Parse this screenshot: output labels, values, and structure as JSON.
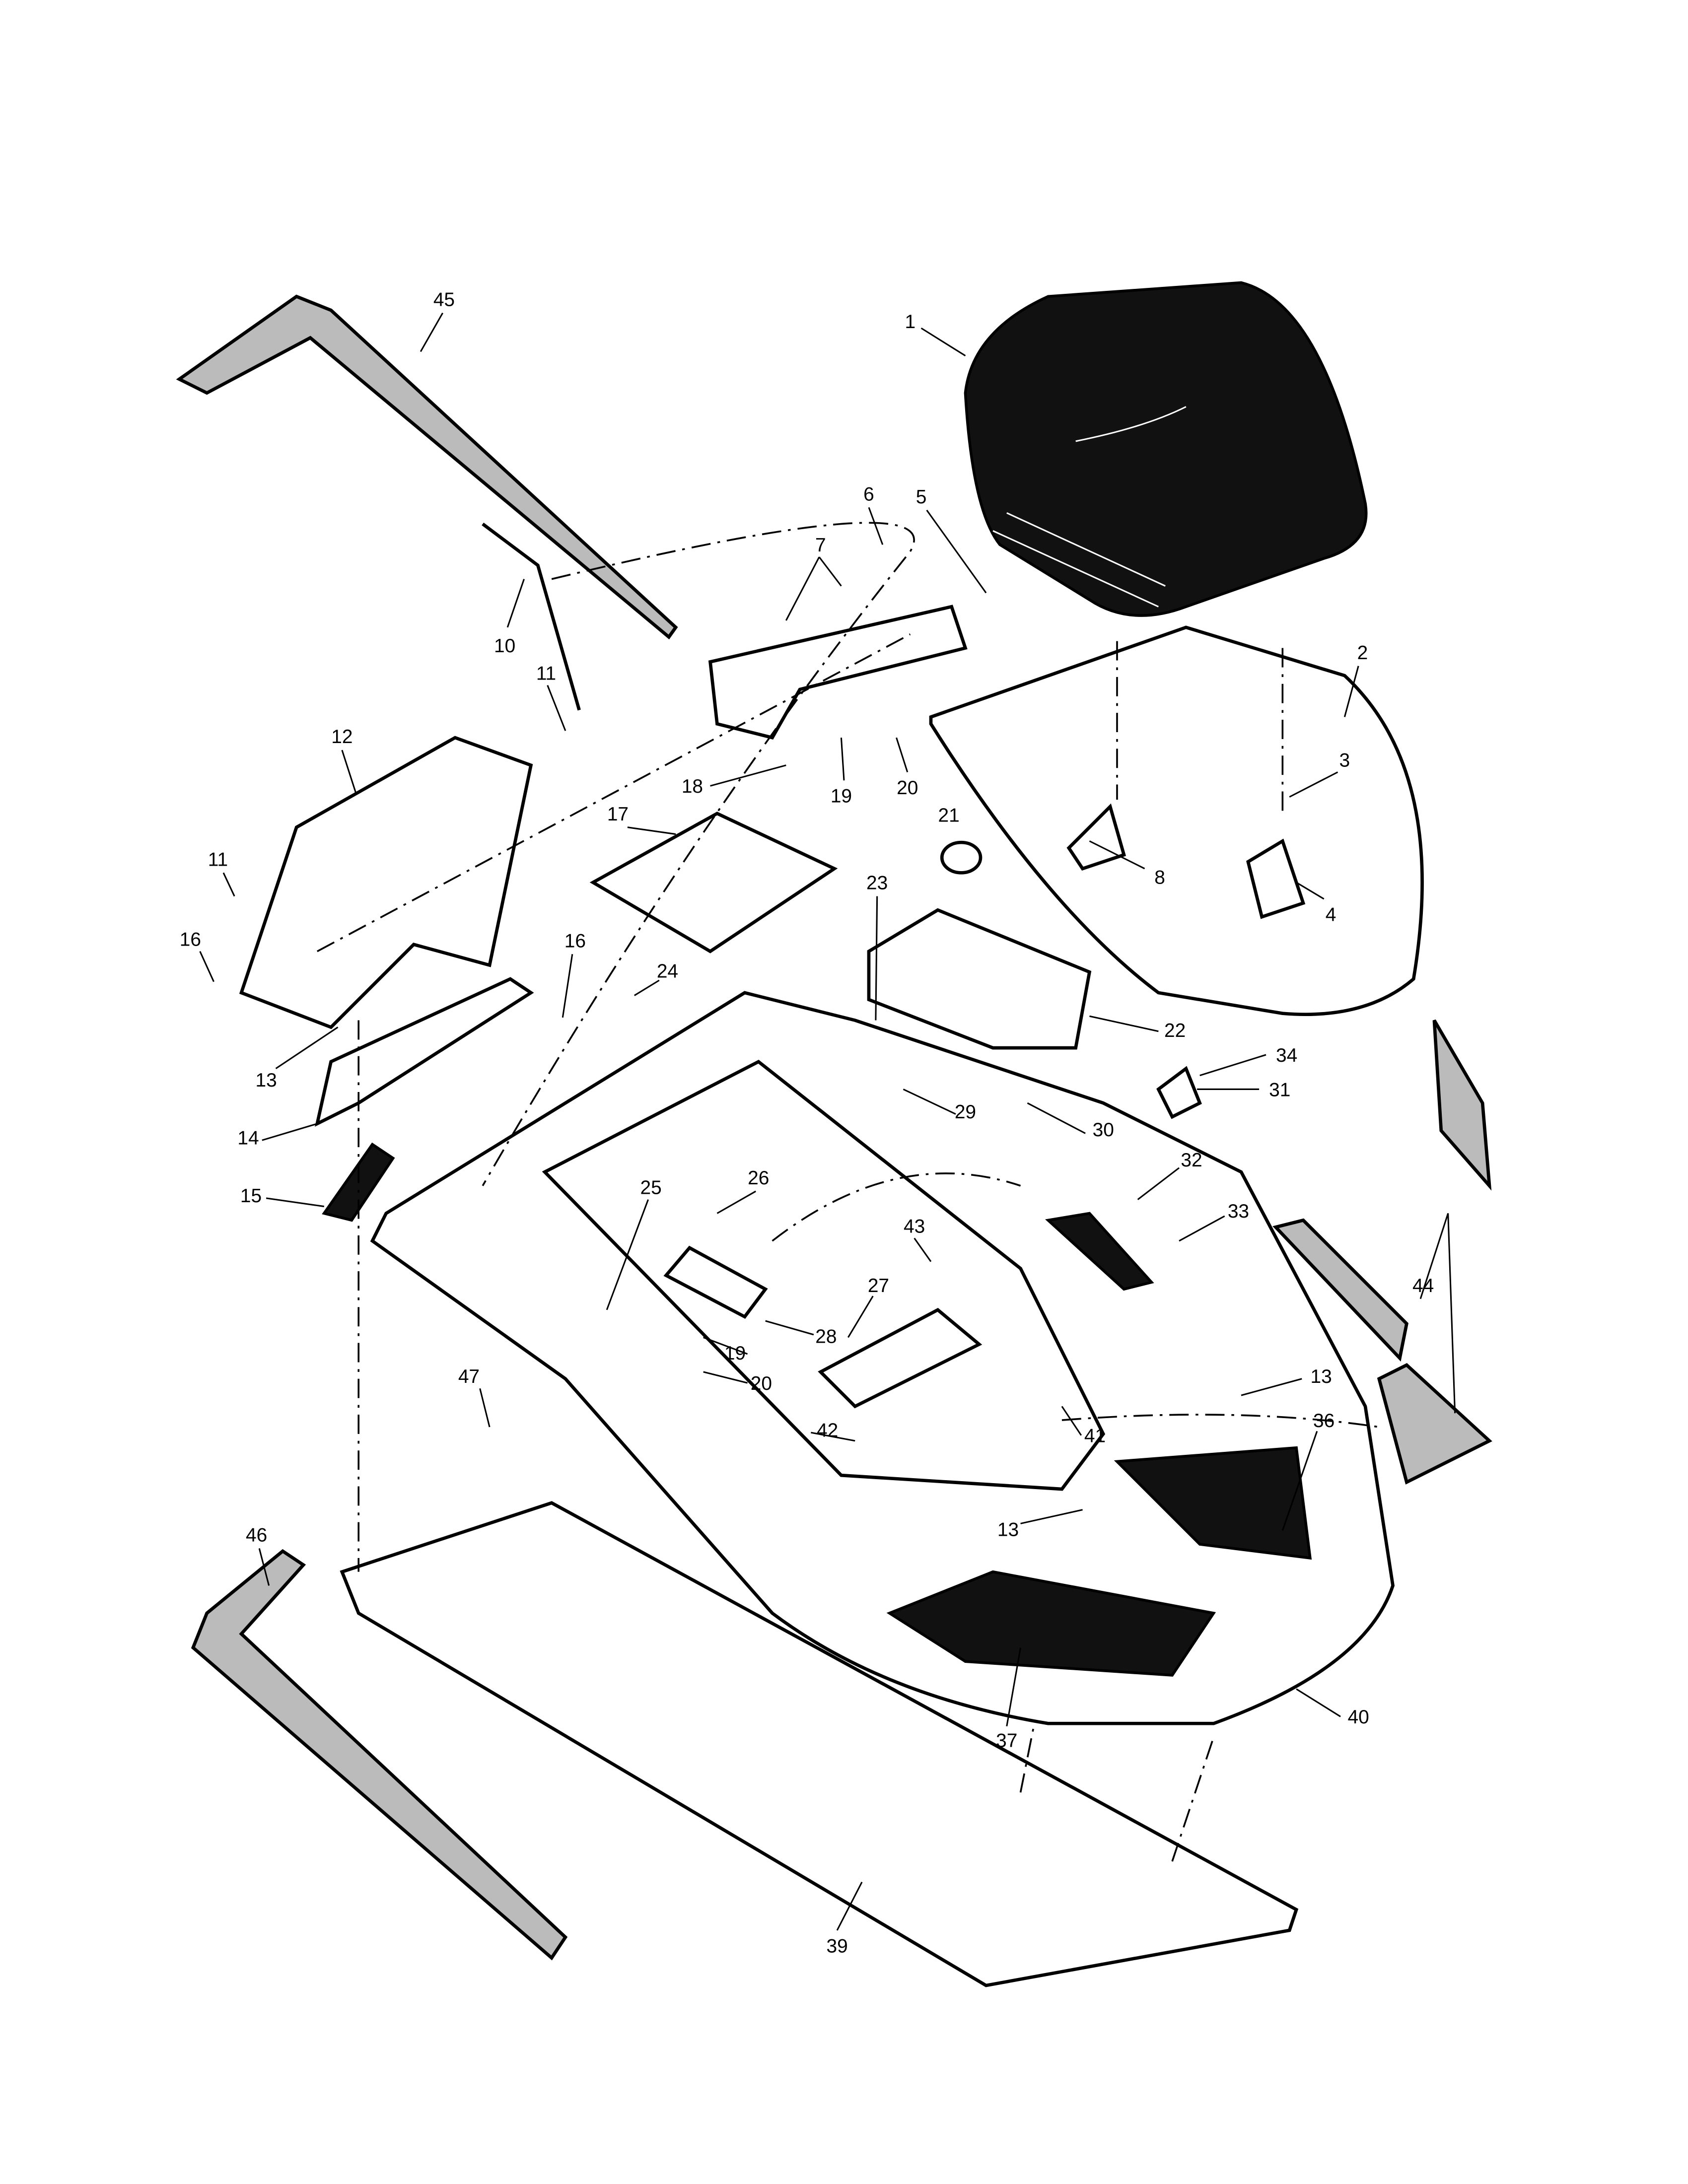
{
  "diagram": {
    "type": "exploded parts diagram",
    "callouts": [
      "45",
      "1",
      "5",
      "6",
      "7",
      "10",
      "2",
      "11",
      "12",
      "18",
      "19",
      "20",
      "3",
      "21",
      "17",
      "8",
      "4",
      "11",
      "23",
      "16",
      "16",
      "24",
      "22",
      "34",
      "31",
      "29",
      "30",
      "13",
      "14",
      "32",
      "15",
      "25",
      "26",
      "33",
      "43",
      "44",
      "27",
      "28",
      "19",
      "20",
      "13",
      "36",
      "41",
      "47",
      "42",
      "13",
      "46",
      "37",
      "40",
      "39"
    ]
  }
}
